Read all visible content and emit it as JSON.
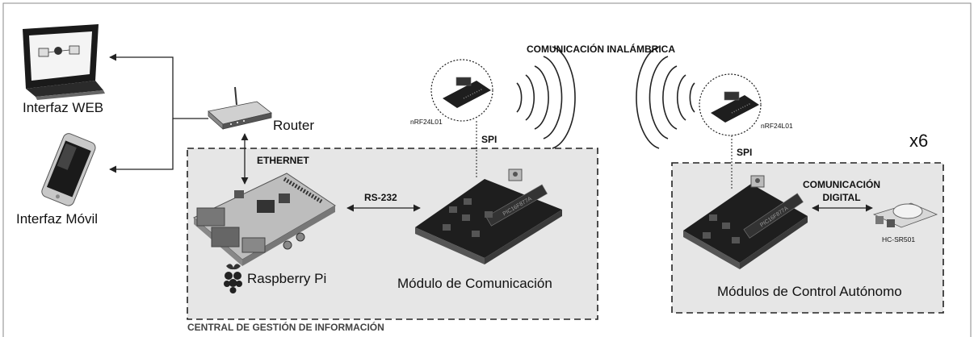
{
  "labels": {
    "interfaz_web": "Interfaz WEB",
    "interfaz_movil": "Interfaz Móvil",
    "router": "Router",
    "ethernet": "ETHERNET",
    "rs232": "RS-232",
    "raspberry": "Raspberry Pi",
    "modulo_com": "Módulo de Comunicación",
    "spi_left": "SPI",
    "spi_right": "SPI",
    "nrf_left": "nRF24L01",
    "nrf_right": "nRF24L01",
    "wireless": "COMUNICACIÓN INALÁMBRICA",
    "com_digital_1": "COMUNICACIÓN",
    "com_digital_2": "DIGITAL",
    "sensor": "HC-SR501",
    "modulos_control": "Módulos de Control Autónomo",
    "multiplier": "x6",
    "central": "CENTRAL DE GESTIÓN DE INFORMACIÓN",
    "pic_left": "PIC16F877A",
    "pic_right": "PIC16F877A"
  },
  "icons": [
    "monitor-icon",
    "smartphone-icon",
    "router-icon",
    "raspberry-pi-board-icon",
    "raspberry-pi-logo-icon",
    "pcb-module-icon",
    "nrf24l01-radio-icon",
    "wireless-waves-icon",
    "pir-sensor-icon"
  ],
  "colors": {
    "box_fill": "#e6e6e6",
    "board": "#1e1e1e",
    "line": "#222222"
  }
}
